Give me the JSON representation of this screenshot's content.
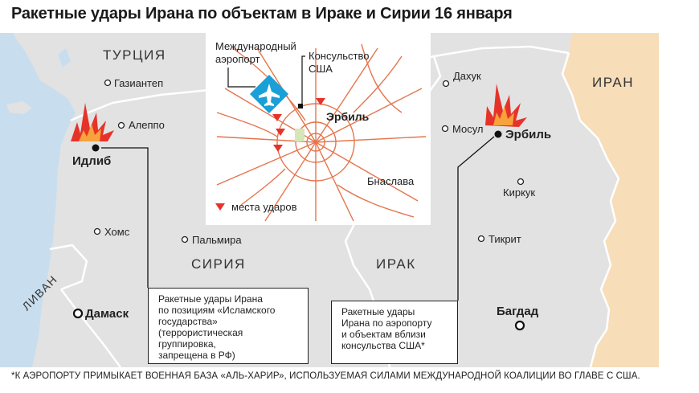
{
  "title": "Ракетные удары Ирана по объектам в Ираке и Сирии 16 января",
  "countries": {
    "turkey": "ТУРЦИЯ",
    "iran": "ИРАН",
    "syria": "СИРИЯ",
    "iraq": "ИРАК",
    "lebanon": "ЛИВАН"
  },
  "cities": {
    "gaziantep": "Газиантеп",
    "aleppo": "Алеппо",
    "idlib": "Идлиб",
    "homs": "Хомс",
    "palmyra": "Пальмира",
    "damascus": "Дамаск",
    "dahuk": "Дахук",
    "mosul": "Мосул",
    "erbil": "Эрбиль",
    "kirkuk": "Киркук",
    "tikrit": "Тикрит",
    "baghdad": "Багдад"
  },
  "inset": {
    "airport_label_line1": "Международный",
    "airport_label_line2": "аэропорт",
    "consulate_label_line1": "Консульство",
    "consulate_label_line2": "США",
    "city": "Эрбиль",
    "bnaslava": "Бнаслава",
    "legend": "места ударов"
  },
  "boxes": {
    "syria_strike": [
      "Ракетные удары Ирана",
      "по позициям «Исламского",
      "государства»",
      "(террористическая группировка,",
      "запрещена в РФ)"
    ],
    "iraq_strike": [
      "Ракетные удары",
      "Ирана по аэропорту",
      "и объектам вблизи",
      "консульства США*"
    ]
  },
  "footnote": "*К АЭРОПОРТУ ПРИМЫКАЕТ ВОЕННАЯ БАЗА «АЛЬ-ХАРИР», ИСПОЛЬЗУЕМАЯ СИЛАМИ МЕЖДУНАРОДНОЙ КОАЛИЦИИ ВО ГЛАВЕ С США.",
  "colors": {
    "land": "#e2e2e2",
    "iran_land": "#f7ddb8",
    "water": "#c8deef",
    "roads": "#e5754d",
    "strike": "#e6332a",
    "airport_icon": "#1a9fd6",
    "inset_green": "#d6e6b8"
  }
}
